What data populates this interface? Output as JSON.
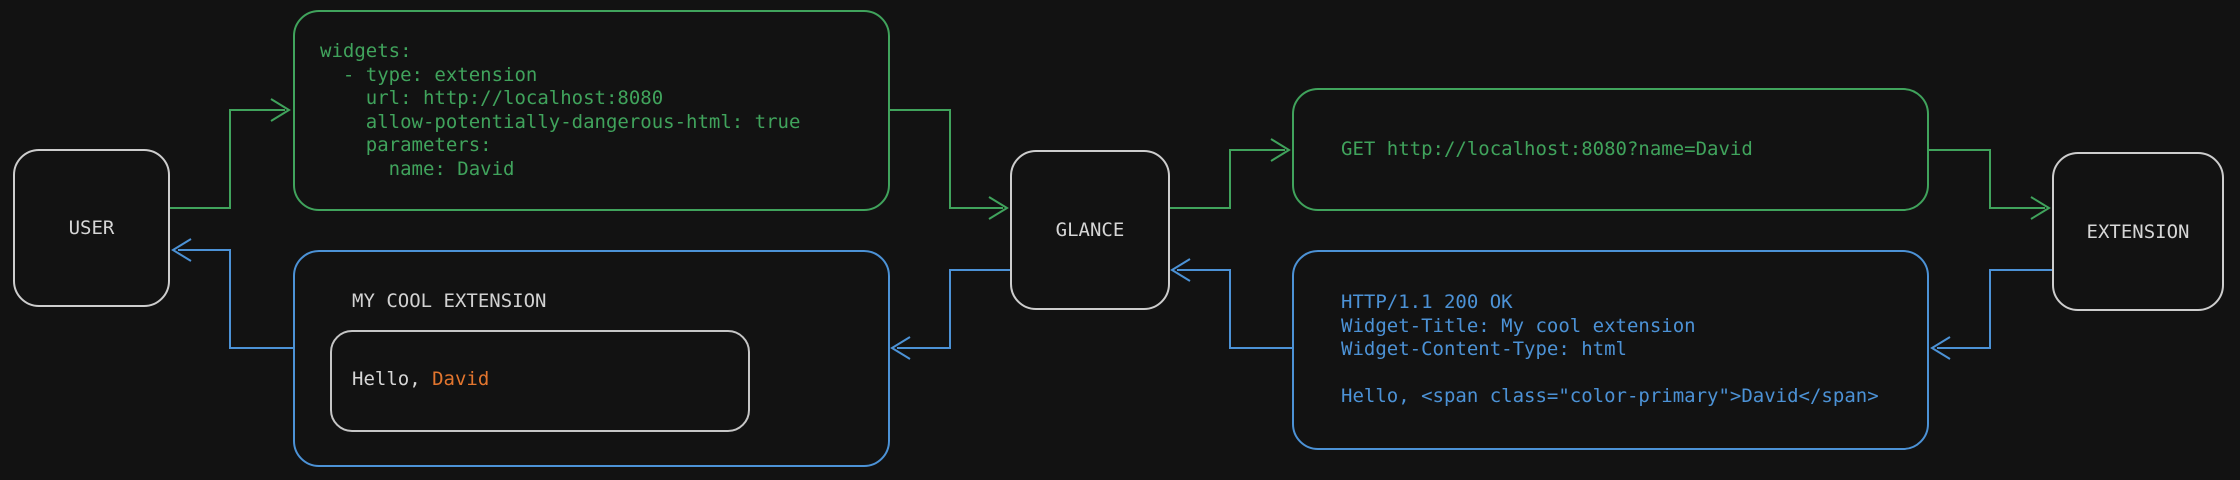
{
  "nodes": {
    "user": {
      "label": "USER"
    },
    "glance": {
      "label": "GLANCE"
    },
    "extension": {
      "label": "EXTENSION"
    }
  },
  "messages": {
    "config_yaml": {
      "lines": [
        "widgets:",
        "  - type: extension",
        "    url: http://localhost:8080",
        "    allow-potentially-dangerous-html: true",
        "    parameters:",
        "      name: David"
      ]
    },
    "http_request": {
      "text": "GET http://localhost:8080?name=David"
    },
    "http_response": {
      "lines": [
        "HTTP/1.1 200 OK",
        "Widget-Title: My cool extension",
        "Widget-Content-Type: html",
        "",
        "Hello, <span class=\"color-primary\">David</span>"
      ]
    },
    "widget_preview": {
      "title": "MY COOL EXTENSION",
      "greeting_prefix": "Hello, ",
      "greeting_name": "David"
    }
  },
  "colors": {
    "background": "#121212",
    "green": "#40A35C",
    "blue": "#4C92D6",
    "orange": "#E2752E",
    "node_border": "#CDCDCD",
    "text_light": "#D6D6D6"
  }
}
